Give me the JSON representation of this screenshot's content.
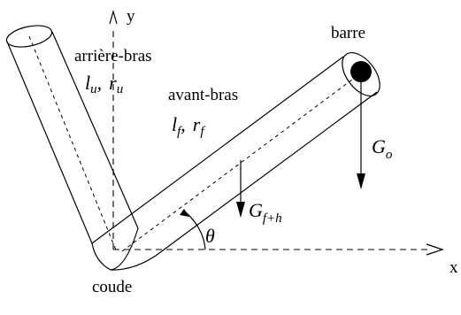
{
  "labels": {
    "axis_y": "y",
    "axis_x": "x",
    "upper_arm_name": "arrière-bras",
    "upper_arm_l": "l",
    "upper_arm_l_sub": "u",
    "upper_arm_r": "r",
    "upper_arm_r_sub": "u",
    "forearm_name": "avant-bras",
    "forearm_l": "l",
    "forearm_l_sub": "f",
    "forearm_r": "r",
    "forearm_r_sub": "f",
    "bar_name": "barre",
    "weight_bar": "G",
    "weight_bar_sub": "o",
    "weight_forearm": "G",
    "weight_forearm_sub": "f+h",
    "angle": "θ",
    "elbow": "coude",
    "comma": ","
  },
  "colors": {
    "stroke": "#000000",
    "background": "#ffffff"
  },
  "icons": {
    "bar_end": "filled-circle",
    "arrows": "triangle-arrowhead"
  }
}
